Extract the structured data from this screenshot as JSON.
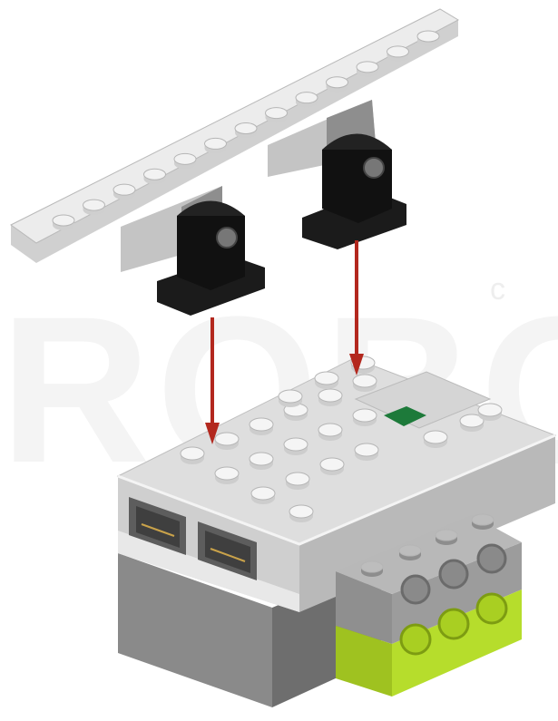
{
  "watermark": {
    "text": "ROBO"
  },
  "colors": {
    "plate": "#e6e6e6",
    "light_gray": "#d2d2d2",
    "mid_gray": "#9a9a9a",
    "dark_gray": "#7d7d7d",
    "black_part": "#1b1b1b",
    "arrow": "#b3281e",
    "lime": "#b6dd2c",
    "status_light": "#1d7a3a"
  },
  "parts": {
    "plate": {
      "studs": 13
    },
    "hub": {
      "ports": 2
    },
    "arrows": 2
  }
}
